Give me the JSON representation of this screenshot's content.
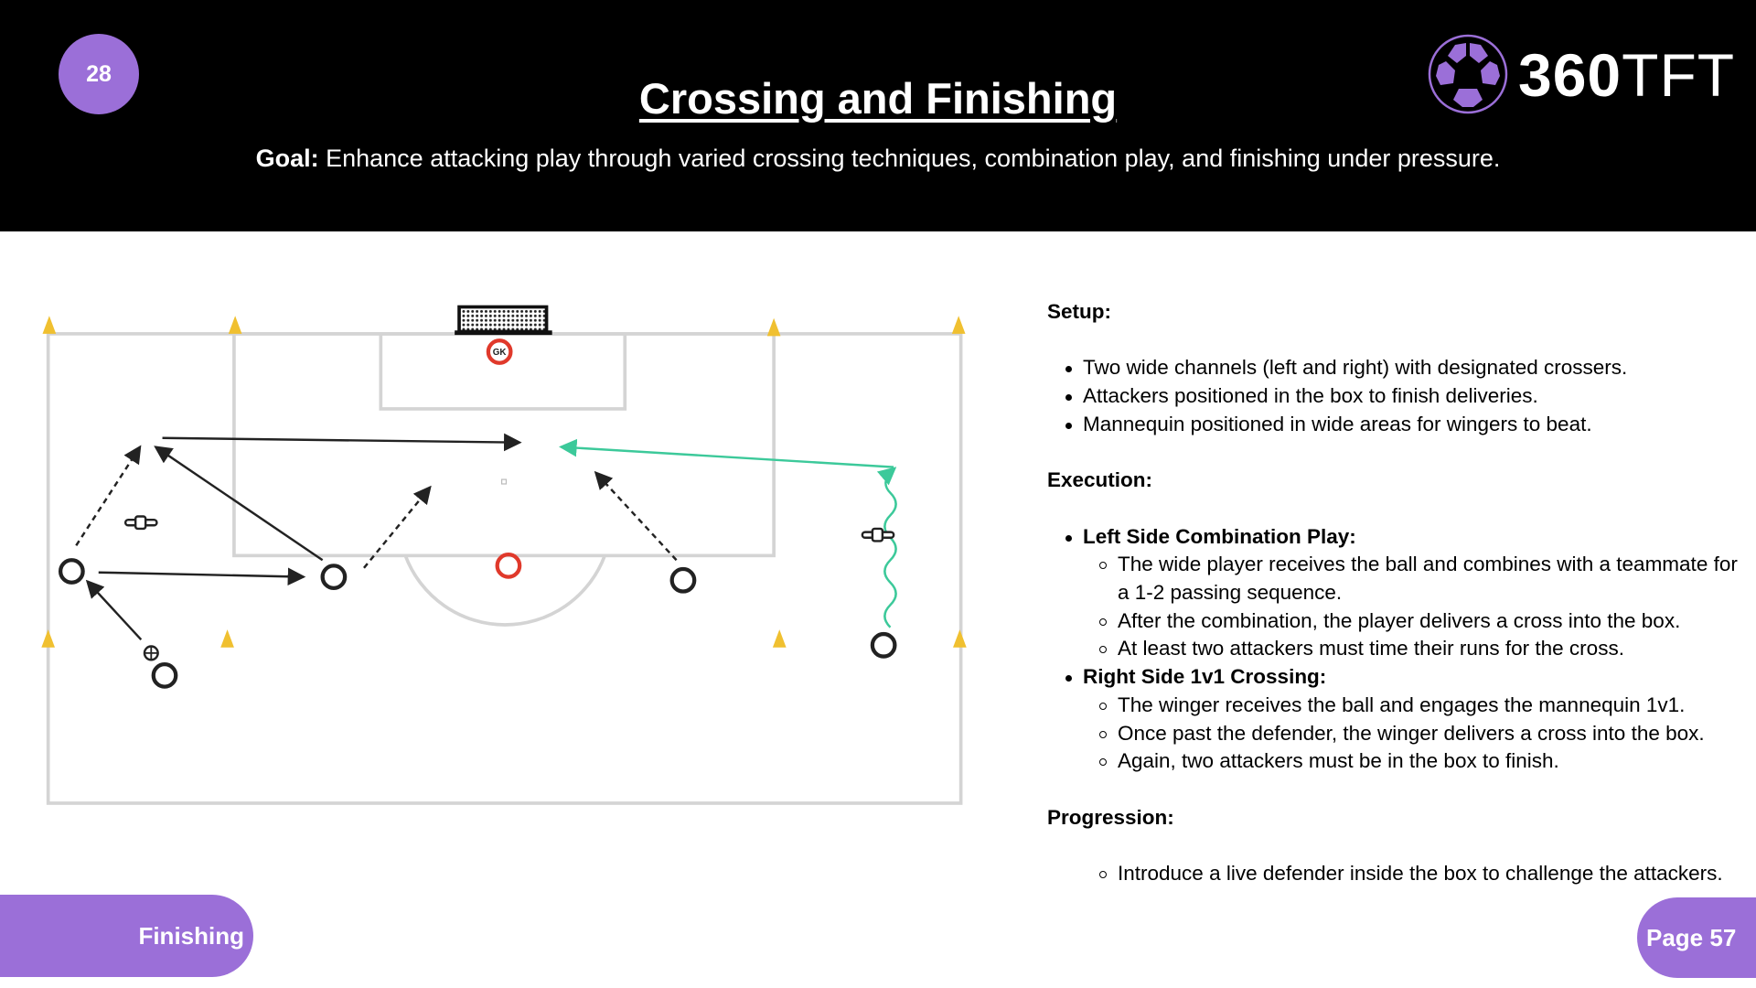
{
  "header": {
    "page_number": "28",
    "title": "Crossing and Finishing",
    "goal_label": "Goal:",
    "goal_text": " Enhance attacking play through varied crossing techniques, combination play, and finishing under pressure.",
    "logo_bold": "360",
    "logo_light": "TFT"
  },
  "diagram": {
    "goalkeeper_label": "GK"
  },
  "panel": {
    "setup_heading": "Setup:",
    "setup_items": [
      "Two wide channels (left and right) with designated crossers.",
      "Attackers positioned in the box to finish deliveries.",
      "Mannequin positioned in wide areas for wingers to beat."
    ],
    "execution_heading": "Execution:",
    "left_heading": "Left Side Combination Play:",
    "left_items": [
      "The wide player receives the ball and combines with a teammate for a 1-2 passing sequence.",
      "After the combination, the player delivers a cross into the box.",
      "At least two attackers must time their runs for the cross."
    ],
    "right_heading": "Right Side 1v1 Crossing:",
    "right_items": [
      "The winger receives the ball and engages the mannequin 1v1.",
      "Once past the defender, the winger delivers a cross into the box.",
      "Again, two attackers must be in the box to finish."
    ],
    "progression_heading": "Progression:",
    "progression_items": [
      "Introduce a live defender inside the box to challenge the attackers."
    ]
  },
  "footer": {
    "section_label": "Finishing",
    "page_label": "Page 57"
  },
  "colors": {
    "accent": "#9b6fd8",
    "pass_green": "#3cc99a",
    "cone": "#f0c030",
    "defender": "#e0392b"
  }
}
